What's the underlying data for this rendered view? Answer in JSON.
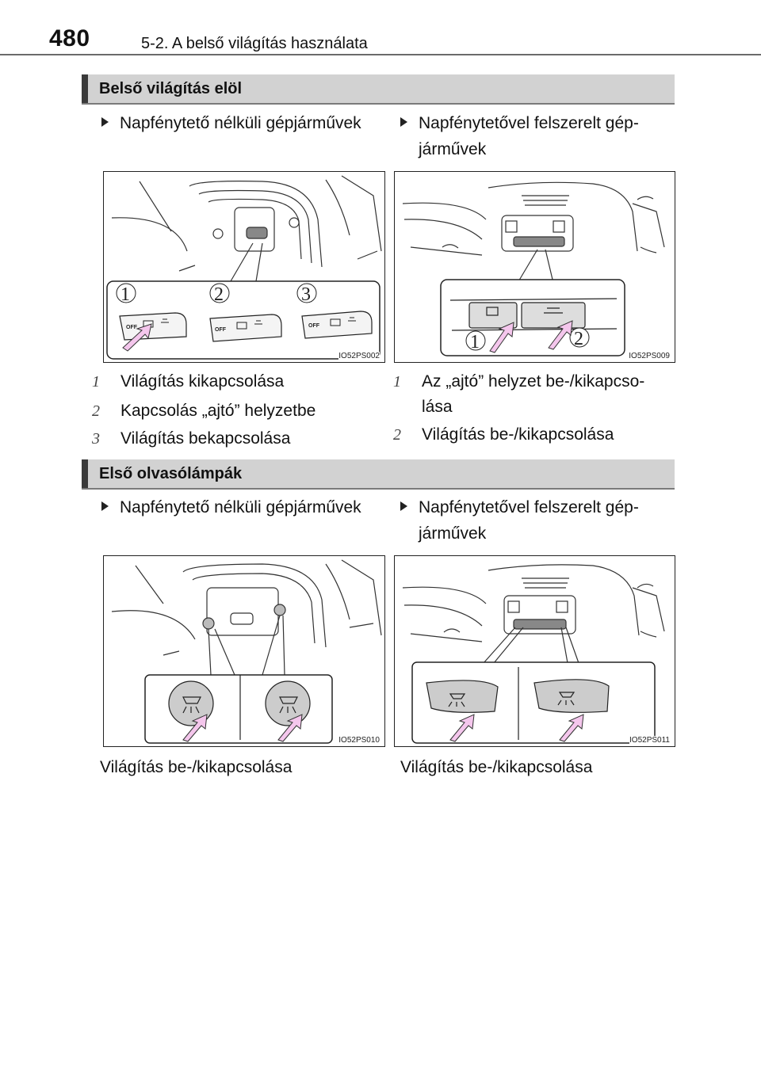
{
  "header": {
    "page_number": "480",
    "section": "5-2. A belső világítás használata"
  },
  "sections": [
    {
      "title": "Belső világítás elöl",
      "left": {
        "bullet": "Napfénytető nélküli gépjárművek",
        "figure_code": "IO52PS002",
        "callouts": [
          "1",
          "2",
          "3"
        ],
        "switch_labels": [
          "OFF",
          "OFF",
          "OFF"
        ],
        "legend": [
          {
            "num": "1",
            "text": "Világítás kikapcsolása"
          },
          {
            "num": "2",
            "text": "Kapcsolás „ajtó” helyzetbe"
          },
          {
            "num": "3",
            "text": "Világítás bekapcsolása"
          }
        ]
      },
      "right": {
        "bullet_line1": "Napfénytetővel felszerelt gép-",
        "bullet_line2": "járművek",
        "figure_code": "IO52PS009",
        "callouts": [
          "1",
          "2"
        ],
        "legend": [
          {
            "num": "1",
            "text_line1": "Az „ajtó” helyzet be-/kikapcso-",
            "text_line2": "lása"
          },
          {
            "num": "2",
            "text": "Világítás be-/kikapcsolása"
          }
        ]
      }
    },
    {
      "title": "Első olvasólámpák",
      "left": {
        "bullet": "Napfénytető nélküli gépjárművek",
        "figure_code": "IO52PS010",
        "caption": "Világítás be-/kikapcsolása"
      },
      "right": {
        "bullet_line1": "Napfénytetővel felszerelt gép-",
        "bullet_line2": "járművek",
        "figure_code": "IO52PS011",
        "caption": "Világítás be-/kikapcsolása"
      }
    }
  ],
  "colors": {
    "arrow": "#f4c6ec",
    "header_bg": "#d2d2d2",
    "header_bar": "#3a3a3a"
  }
}
